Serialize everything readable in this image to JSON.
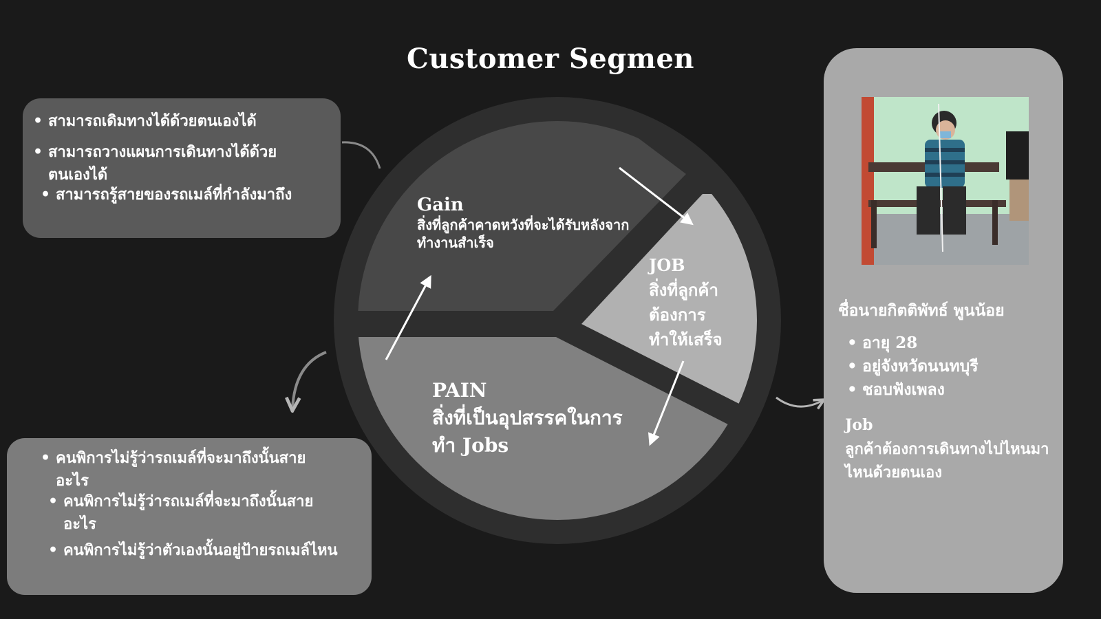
{
  "title": "Customer Segmen",
  "gains_box": {
    "items": [
      "สามารถเดิมทางได้ด้วยตนเองได้",
      "สามารถวางแผนการเดินทางได้ด้วยตนเองได้",
      "สามารถรู้สายของรถเมล์ที่กำลังมาถึง"
    ]
  },
  "pains_box": {
    "items": [
      "คนพิการไม่รู้ว่ารถเมล์ที่จะมาถึงนั้นสายอะไร",
      "คนพิการไม่รู้ว่ารถเมล์ที่จะมาถึงนั้นสายอะไร",
      "คนพิการไม่รู้ว่าตัวเองนั้นอยู่ป้ายรถเมล์ไหน"
    ]
  },
  "diagram": {
    "gain": {
      "label": "Gain",
      "desc": "สิ่งที่ลูกค้าคาดหวังที่จะได้รับหลังจากทำงานสำเร็จ"
    },
    "job": {
      "label": "JOB",
      "desc": "สิ่งที่ลูกค้าต้องการทำให้เสร็จ"
    },
    "pain": {
      "label": "PAIN",
      "desc": "สิ่งที่เป็นอุปสรรคในการทำ Jobs"
    }
  },
  "profile": {
    "name": "ชื่อนายกิตติพัทธ์ พูนน้อย",
    "details": [
      "อายุ 28",
      "อยู่จังหวัดนนทบุรี",
      "ชอบฟังเพลง"
    ],
    "job_title": "Job",
    "job_desc": "ลูกค้าต้องการเดินทางไปไหนมาไหนด้วยตนเอง"
  },
  "colors": {
    "background": "#1a1a1a",
    "ring": "#2e2e2e",
    "gain_segment": "#484848",
    "pain_segment": "#818181",
    "job_segment": "#b1b1b1",
    "gains_box": "#5a5a5a",
    "pains_box": "#7c7c7c",
    "profile_box": "#a9a9a9"
  }
}
